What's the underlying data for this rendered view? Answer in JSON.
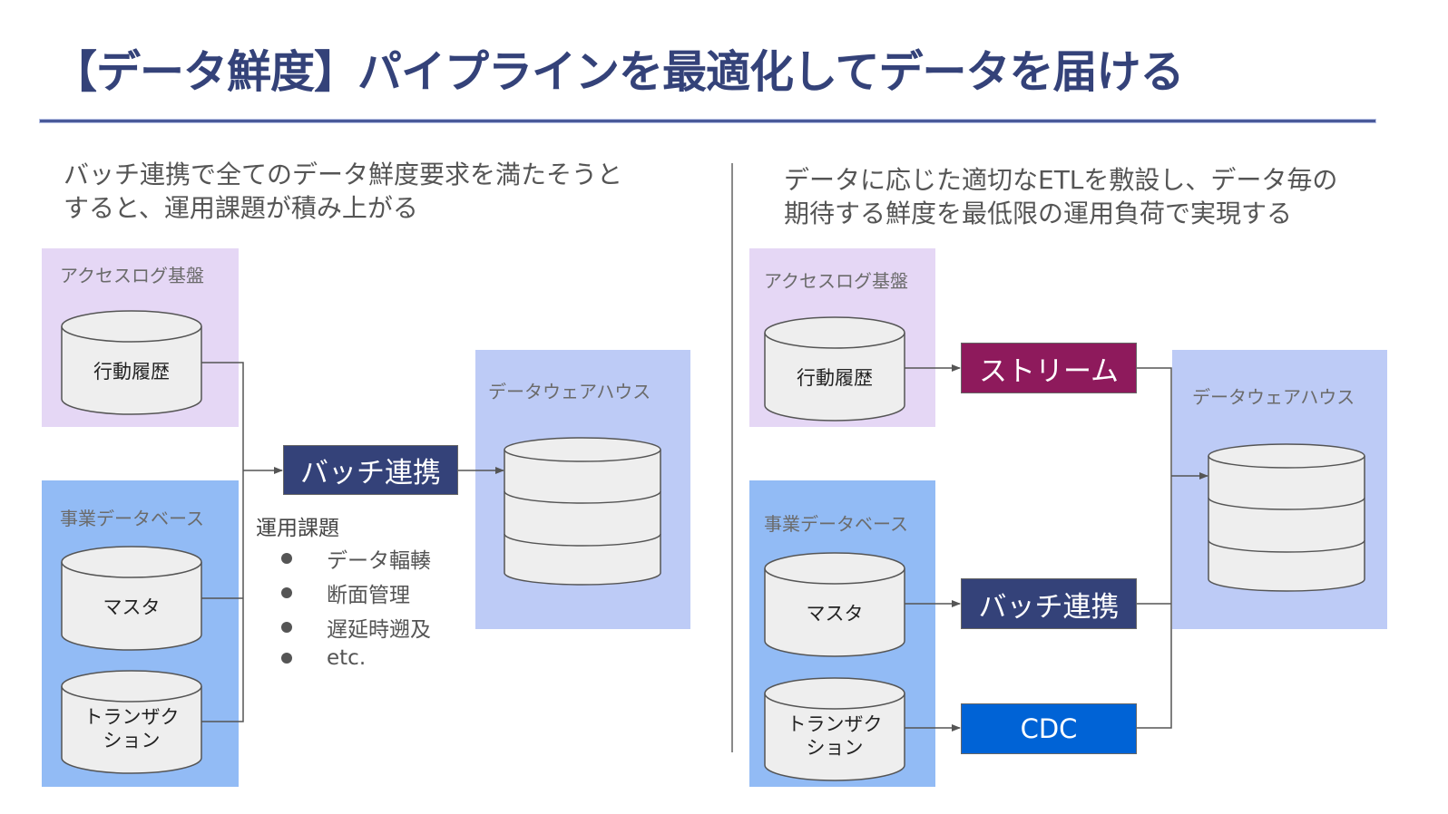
{
  "slide": {
    "title": "【データ鮮度】パイプラインを最適化してデータを届ける"
  },
  "left": {
    "subtitle_line1": "バッチ連携で全てのデータ鮮度要求を満たそうと",
    "subtitle_line2": "すると、運用課題が積み上がる",
    "access_log_group": "アクセスログ基盤",
    "behavior_history": "行動履歴",
    "business_db_group": "事業データベース",
    "master": "マスタ",
    "transaction_line1": "トランザク",
    "transaction_line2": "ション",
    "batch": "バッチ連携",
    "dwh_group": "データウェアハウス",
    "issues_title": "運用課題",
    "issues": [
      "データ輻輳",
      "断面管理",
      "遅延時遡及",
      "etc."
    ]
  },
  "right": {
    "subtitle_line1": "データに応じた適切なETLを敷設し、データ毎の",
    "subtitle_line2": "期待する鮮度を最低限の運用負荷で実現する",
    "access_log_group": "アクセスログ基盤",
    "behavior_history": "行動履歴",
    "business_db_group": "事業データベース",
    "master": "マスタ",
    "transaction_line1": "トランザク",
    "transaction_line2": "ション",
    "stream": "ストリーム",
    "batch": "バッチ連携",
    "cdc": "CDC",
    "dwh_group": "データウェアハウス"
  },
  "colors": {
    "title": "#344279",
    "access_log_bg": "#e5d7f5",
    "business_db_bg": "#92bbf5",
    "dwh_bg": "#bdcbf6",
    "batch": "#344279",
    "stream": "#8e1a5c",
    "cdc": "#0063d6"
  }
}
